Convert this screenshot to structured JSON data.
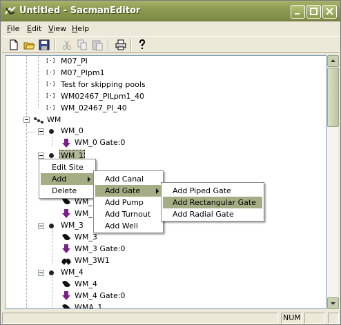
{
  "window": {
    "title": "Untitled - SacmanEditor"
  },
  "menubar": {
    "items": [
      {
        "label": "File",
        "underline": "F",
        "rest": "ile"
      },
      {
        "label": "Edit",
        "underline": "E",
        "rest": "dit"
      },
      {
        "label": "View",
        "underline": "V",
        "rest": "iew"
      },
      {
        "label": "Help",
        "underline": "H",
        "rest": "elp"
      }
    ]
  },
  "toolbar": {
    "icons": [
      "new-icon",
      "open-icon",
      "save-icon",
      "cut-icon",
      "copy-icon",
      "paste-icon",
      "print-icon",
      "help-icon"
    ]
  },
  "tree": {
    "top_items": [
      "M07_PI",
      "M07_PIpm1",
      "Test for skipping pools",
      "WM02467_PILpm1_40",
      "WM_02467_PI_40"
    ],
    "group": "WM",
    "wm0": "WM_0",
    "wm0_gate": "WM_0 Gate:0",
    "wm1": "WM_1",
    "wm2_partial": "WM_",
    "wm3": "WM_3",
    "wm3_child1": "WM_3",
    "wm3_gate": "WM_3 Gate:0",
    "wm3_well": "WM_3W1",
    "wm4": "WM_4",
    "wm4_child1": "WM_4",
    "wm4_gate": "WM_4 Gate:0",
    "wm4_partial": "WMA_1"
  },
  "context_menu": {
    "items": [
      "Edit Site",
      "Add",
      "Delete"
    ],
    "highlighted": "Add"
  },
  "add_submenu": {
    "items": [
      "Add Canal",
      "Add Gate",
      "Add Pump",
      "Add Turnout",
      "Add Well"
    ],
    "highlighted": "Add Gate"
  },
  "gate_submenu": {
    "items": [
      "Add Piped Gate",
      "Add Rectangular Gate",
      "Add Radial Gate"
    ],
    "highlighted": "Add Rectangular Gate"
  },
  "statusbar": {
    "num": "NUM"
  },
  "colors": {
    "titlebar": "#8e9b52",
    "highlight": "#a5ad85",
    "gate_arrow": "#7a1f8a"
  }
}
